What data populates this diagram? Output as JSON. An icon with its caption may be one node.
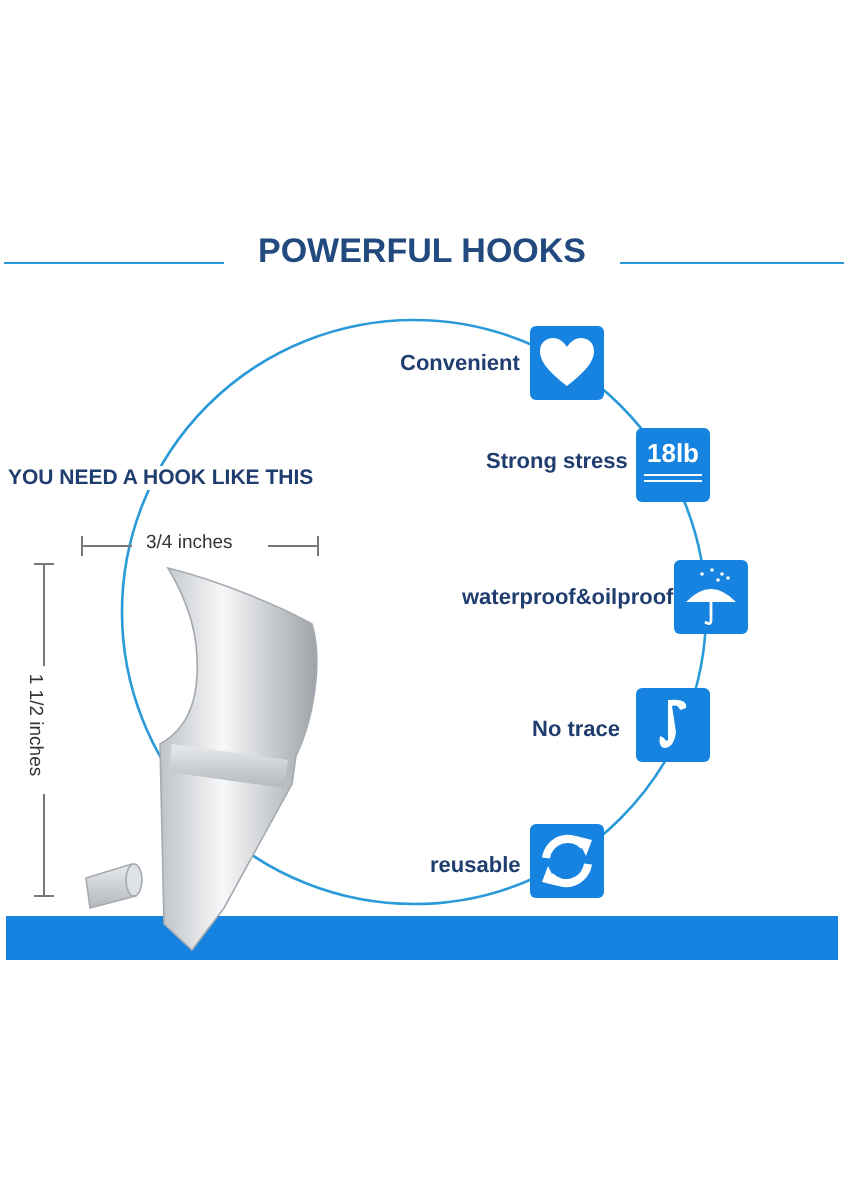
{
  "diagram": {
    "title": "POWERFUL HOOKS",
    "labels": [
      "YOU NEED A HOOK LIKE THIS",
      "Convenient",
      "Strong stress",
      "18lb",
      "3/4 inches",
      "waterproof&oilproof",
      "1 1/2 inches",
      "No trace",
      "reusable"
    ]
  }
}
